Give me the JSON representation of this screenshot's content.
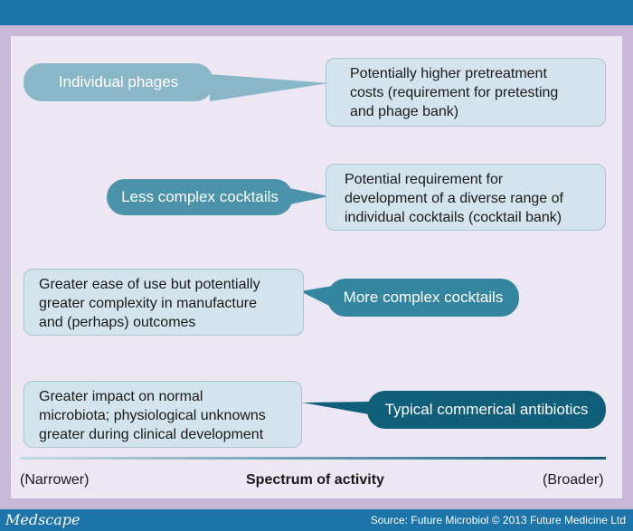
{
  "diagram": {
    "rows": [
      {
        "pill": "Individual phages",
        "note_lines": [
          "Potentially higher pretreatment",
          "costs (requirement for pretesting",
          "and phage bank)"
        ]
      },
      {
        "pill": "Less complex cocktails",
        "note_lines": [
          "Potential requirement for",
          "development of a diverse range of",
          "individual cocktails (cocktail bank)"
        ]
      },
      {
        "pill": "More complex cocktails",
        "note_lines": [
          "Greater ease of use but potentially",
          "greater complexity in manufacture",
          "and (perhaps) outcomes"
        ]
      },
      {
        "pill": "Typical commerical antibiotics",
        "note_lines": [
          "Greater impact on normal",
          "microbiota; physiological unknowns",
          "greater during clinical development"
        ]
      }
    ],
    "axis": {
      "left_label": "(Narrower)",
      "title": "Spectrum of activity",
      "right_label": "(Broader)"
    }
  },
  "footer": {
    "brand": "Medscape",
    "source": "Source: Future Microbiol © 2013 Future Medicine Ltd"
  },
  "colors": {
    "header_blue": "#1c74a8",
    "frame_purple": "#c8b8d8",
    "panel_bg": "#ece7f2",
    "pill_1": "#8ab7c7",
    "pill_2": "#4a93ab",
    "pill_3": "#34859f",
    "pill_4": "#0f5f7b",
    "note_box": "#d4e4ec"
  }
}
